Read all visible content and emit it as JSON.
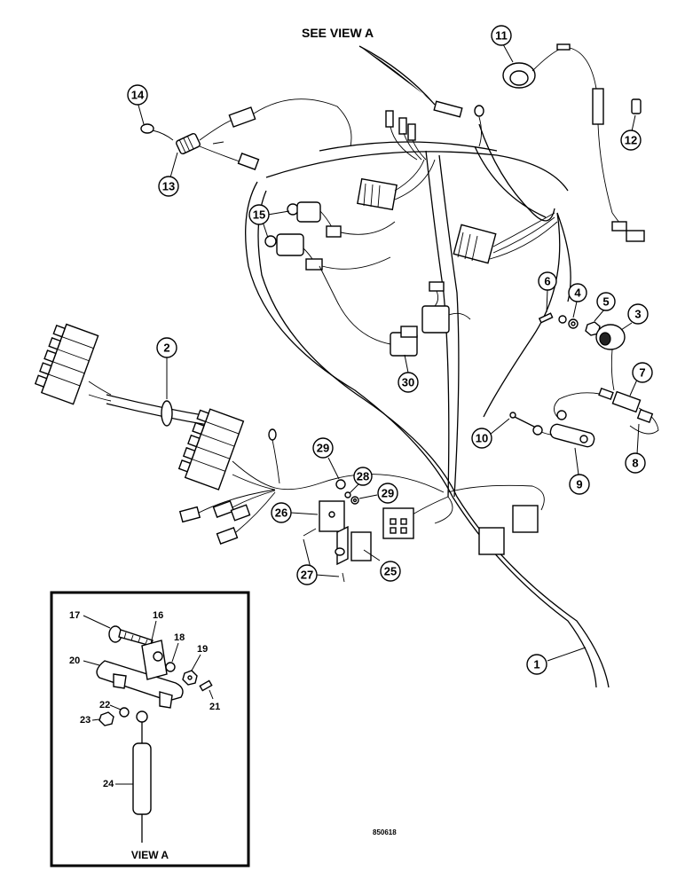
{
  "header": {
    "see_view_label": "SEE VIEW A"
  },
  "callouts": [
    "1",
    "2",
    "3",
    "4",
    "5",
    "6",
    "7",
    "8",
    "9",
    "10",
    "11",
    "12",
    "13",
    "14",
    "15",
    "25",
    "26",
    "27",
    "28",
    "29",
    "29",
    "30"
  ],
  "inset": {
    "title": "VIEW A",
    "labels": [
      "16",
      "17",
      "18",
      "19",
      "20",
      "21",
      "22",
      "23",
      "24"
    ]
  },
  "drawing_code": "850618"
}
